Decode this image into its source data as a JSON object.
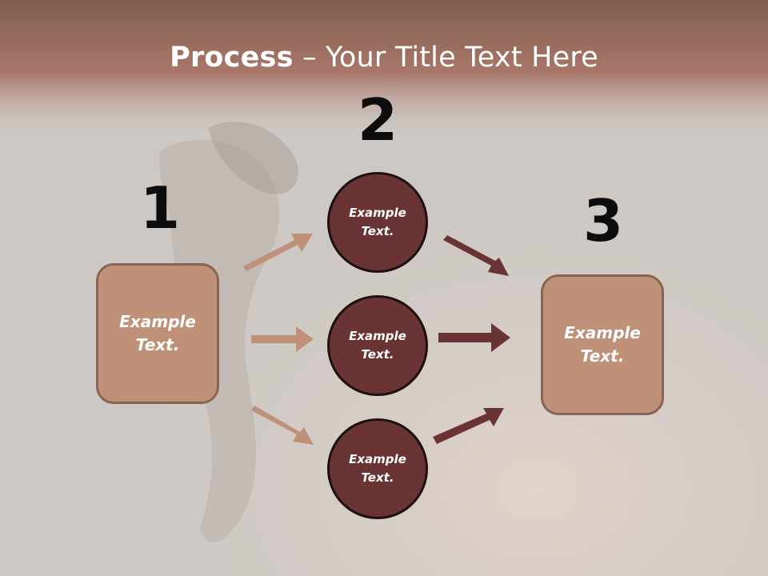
{
  "title": {
    "bold": "Process",
    "rest": " – Your Title Text Here"
  },
  "steps": [
    {
      "number": "1",
      "text": "Example Text."
    },
    {
      "number": "2",
      "items": [
        "Example Text.",
        "Example Text.",
        "Example Text."
      ]
    },
    {
      "number": "3",
      "text": "Example Text."
    }
  ],
  "colors": {
    "header_band": "#a5735d",
    "box_fill": "#bf9178",
    "box_border": "#8a6353",
    "circle_fill": "#6a3334",
    "circle_border": "#1d1012",
    "arrow_light": "#bf9178",
    "arrow_dark": "#6a3334",
    "numbers": "#0d0d0d"
  }
}
